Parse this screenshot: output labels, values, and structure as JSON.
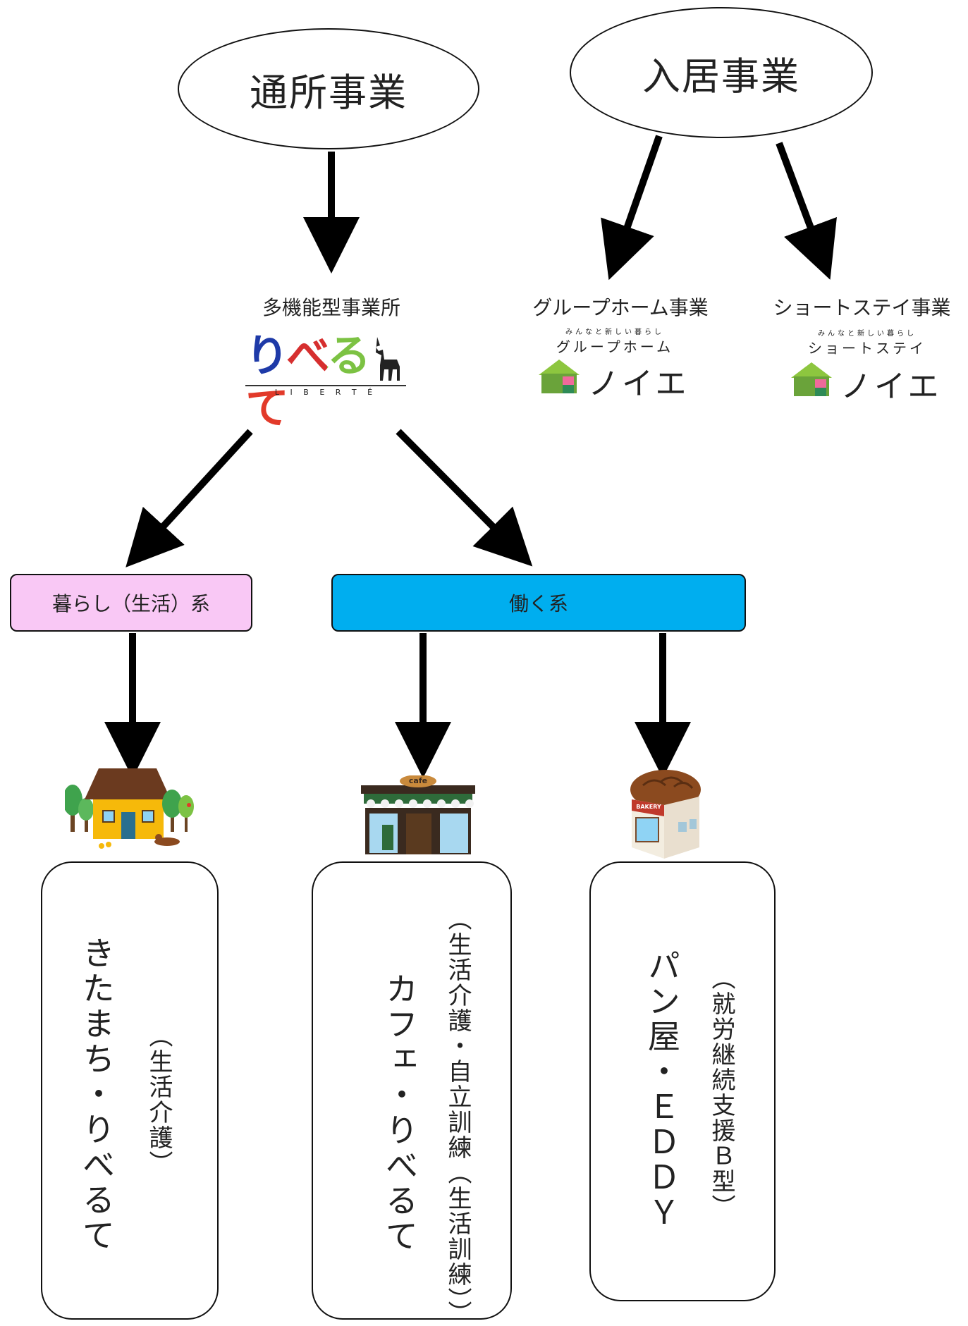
{
  "top": {
    "tsusho": "通所事業",
    "nyukyo": "入居事業"
  },
  "branches": {
    "multi_function": "多機能型事業所",
    "group_home": "グループホーム事業",
    "short_stay": "ショートステイ事業"
  },
  "logos": {
    "liberte_main": "りべるて",
    "liberte_sub": "L I B E R T É",
    "noie_tagline": "みんなと新しい暮らし",
    "noie_group_title": "グループホーム",
    "noie_short_title": "ショートステイ",
    "noie_name": "ノイエ"
  },
  "categories": {
    "living": "暮らし（生活）系",
    "working": "働く系"
  },
  "facilities": {
    "kitamachi_name": "きたまち・りべるて",
    "kitamachi_type": "（生活介護）",
    "cafe_name": "カフェ・りべるて",
    "cafe_type": "（生活介護・自立訓練（生活訓練））",
    "bakery_name": "パン屋・ＥＤＤＹ",
    "bakery_type": "（就労継続支援Ｂ型）"
  },
  "icons": {
    "house": "house-icon",
    "cafe": "cafe-building-icon",
    "bakery": "bakery-building-icon",
    "cafe_sign": "cafe",
    "bakery_sign": "BAKERY"
  },
  "colors": {
    "living_box": "#f9c8f5",
    "working_box": "#00aeef",
    "noie_green": "#7ab648",
    "noie_pink": "#f06a9b"
  }
}
